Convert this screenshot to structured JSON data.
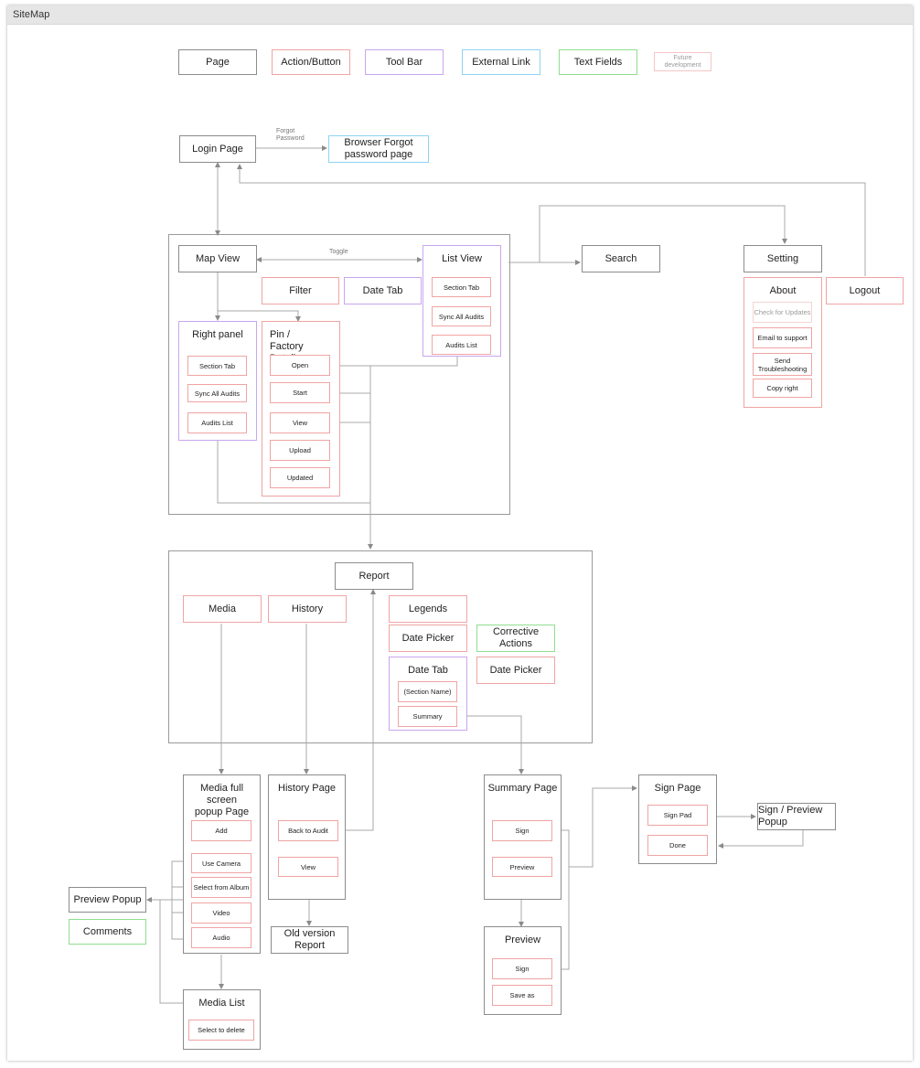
{
  "window": {
    "title": "SiteMap"
  },
  "legend": {
    "page": "Page",
    "action": "Action/Button",
    "toolbar": "Tool Bar",
    "external": "External Link",
    "textfield": "Text Fields",
    "future": "Future development"
  },
  "nodes": {
    "login": "Login Page",
    "browser_forgot": "Browser Forgot password page",
    "forgot_label": "Forgot Password",
    "toggle_label": "Toggle",
    "map_view": "Map View",
    "list_view": "List View",
    "filter": "Filter",
    "date_tab_top": "Date Tab",
    "search": "Search",
    "setting": "Setting",
    "logout": "Logout",
    "about": "About",
    "check_updates": "Check for Updates",
    "email_support": "Email to support",
    "send_troubleshooting": "Send Troubleshooting",
    "copy_right": "Copy right",
    "right_panel": "Right panel",
    "rp_section_tab": "Section Tab",
    "rp_sync": "Sync All Audits",
    "rp_audits_list": "Audits List",
    "pin_detail": "Pin / Factory Detail",
    "pin_open": "Open",
    "pin_start": "Start",
    "pin_view": "View",
    "pin_upload": "Upload",
    "pin_updated": "Updated",
    "lv_section_tab": "Section Tab",
    "lv_sync": "Sync All Audits",
    "lv_audits_list": "Audits List",
    "report": "Report",
    "media": "Media",
    "history": "History",
    "legends": "Legends",
    "date_picker_1": "Date Picker",
    "corrective_actions": "Corrective Actions",
    "date_picker_2": "Date Picker",
    "date_tab": "Date Tab",
    "section_name": "(Section Name)",
    "summary": "Summary",
    "media_popup": "Media full screen popup Page",
    "mp_add": "Add",
    "mp_use_camera": "Use Camera",
    "mp_select_album": "Select from Album",
    "mp_video": "Video",
    "mp_audio": "Audio",
    "preview_popup": "Preview Popup",
    "comments": "Comments",
    "history_page": "History Page",
    "back_to_audit": "Back to Audit",
    "hp_view": "View",
    "old_report": "Old version Report",
    "summary_page": "Summary Page",
    "sp_sign": "Sign",
    "sp_preview": "Preview",
    "preview_page": "Preview",
    "pp_sign": "Sign",
    "pp_save_as": "Save as",
    "sign_page": "Sign Page",
    "sign_pad": "Sign Pad",
    "sign_done": "Done",
    "sign_preview_popup": "Sign / Preview Popup",
    "media_list": "Media List",
    "select_to_delete": "Select to delete"
  },
  "colors": {
    "page_border": "#8c8c8c",
    "action_border": "#f0a4a4",
    "toolbar_border": "#c9a6ee",
    "external_border": "#8fd3f2",
    "textfield_border": "#8fde8f",
    "future_border": "#f4c6c6",
    "connector": "#a0a0a0"
  }
}
